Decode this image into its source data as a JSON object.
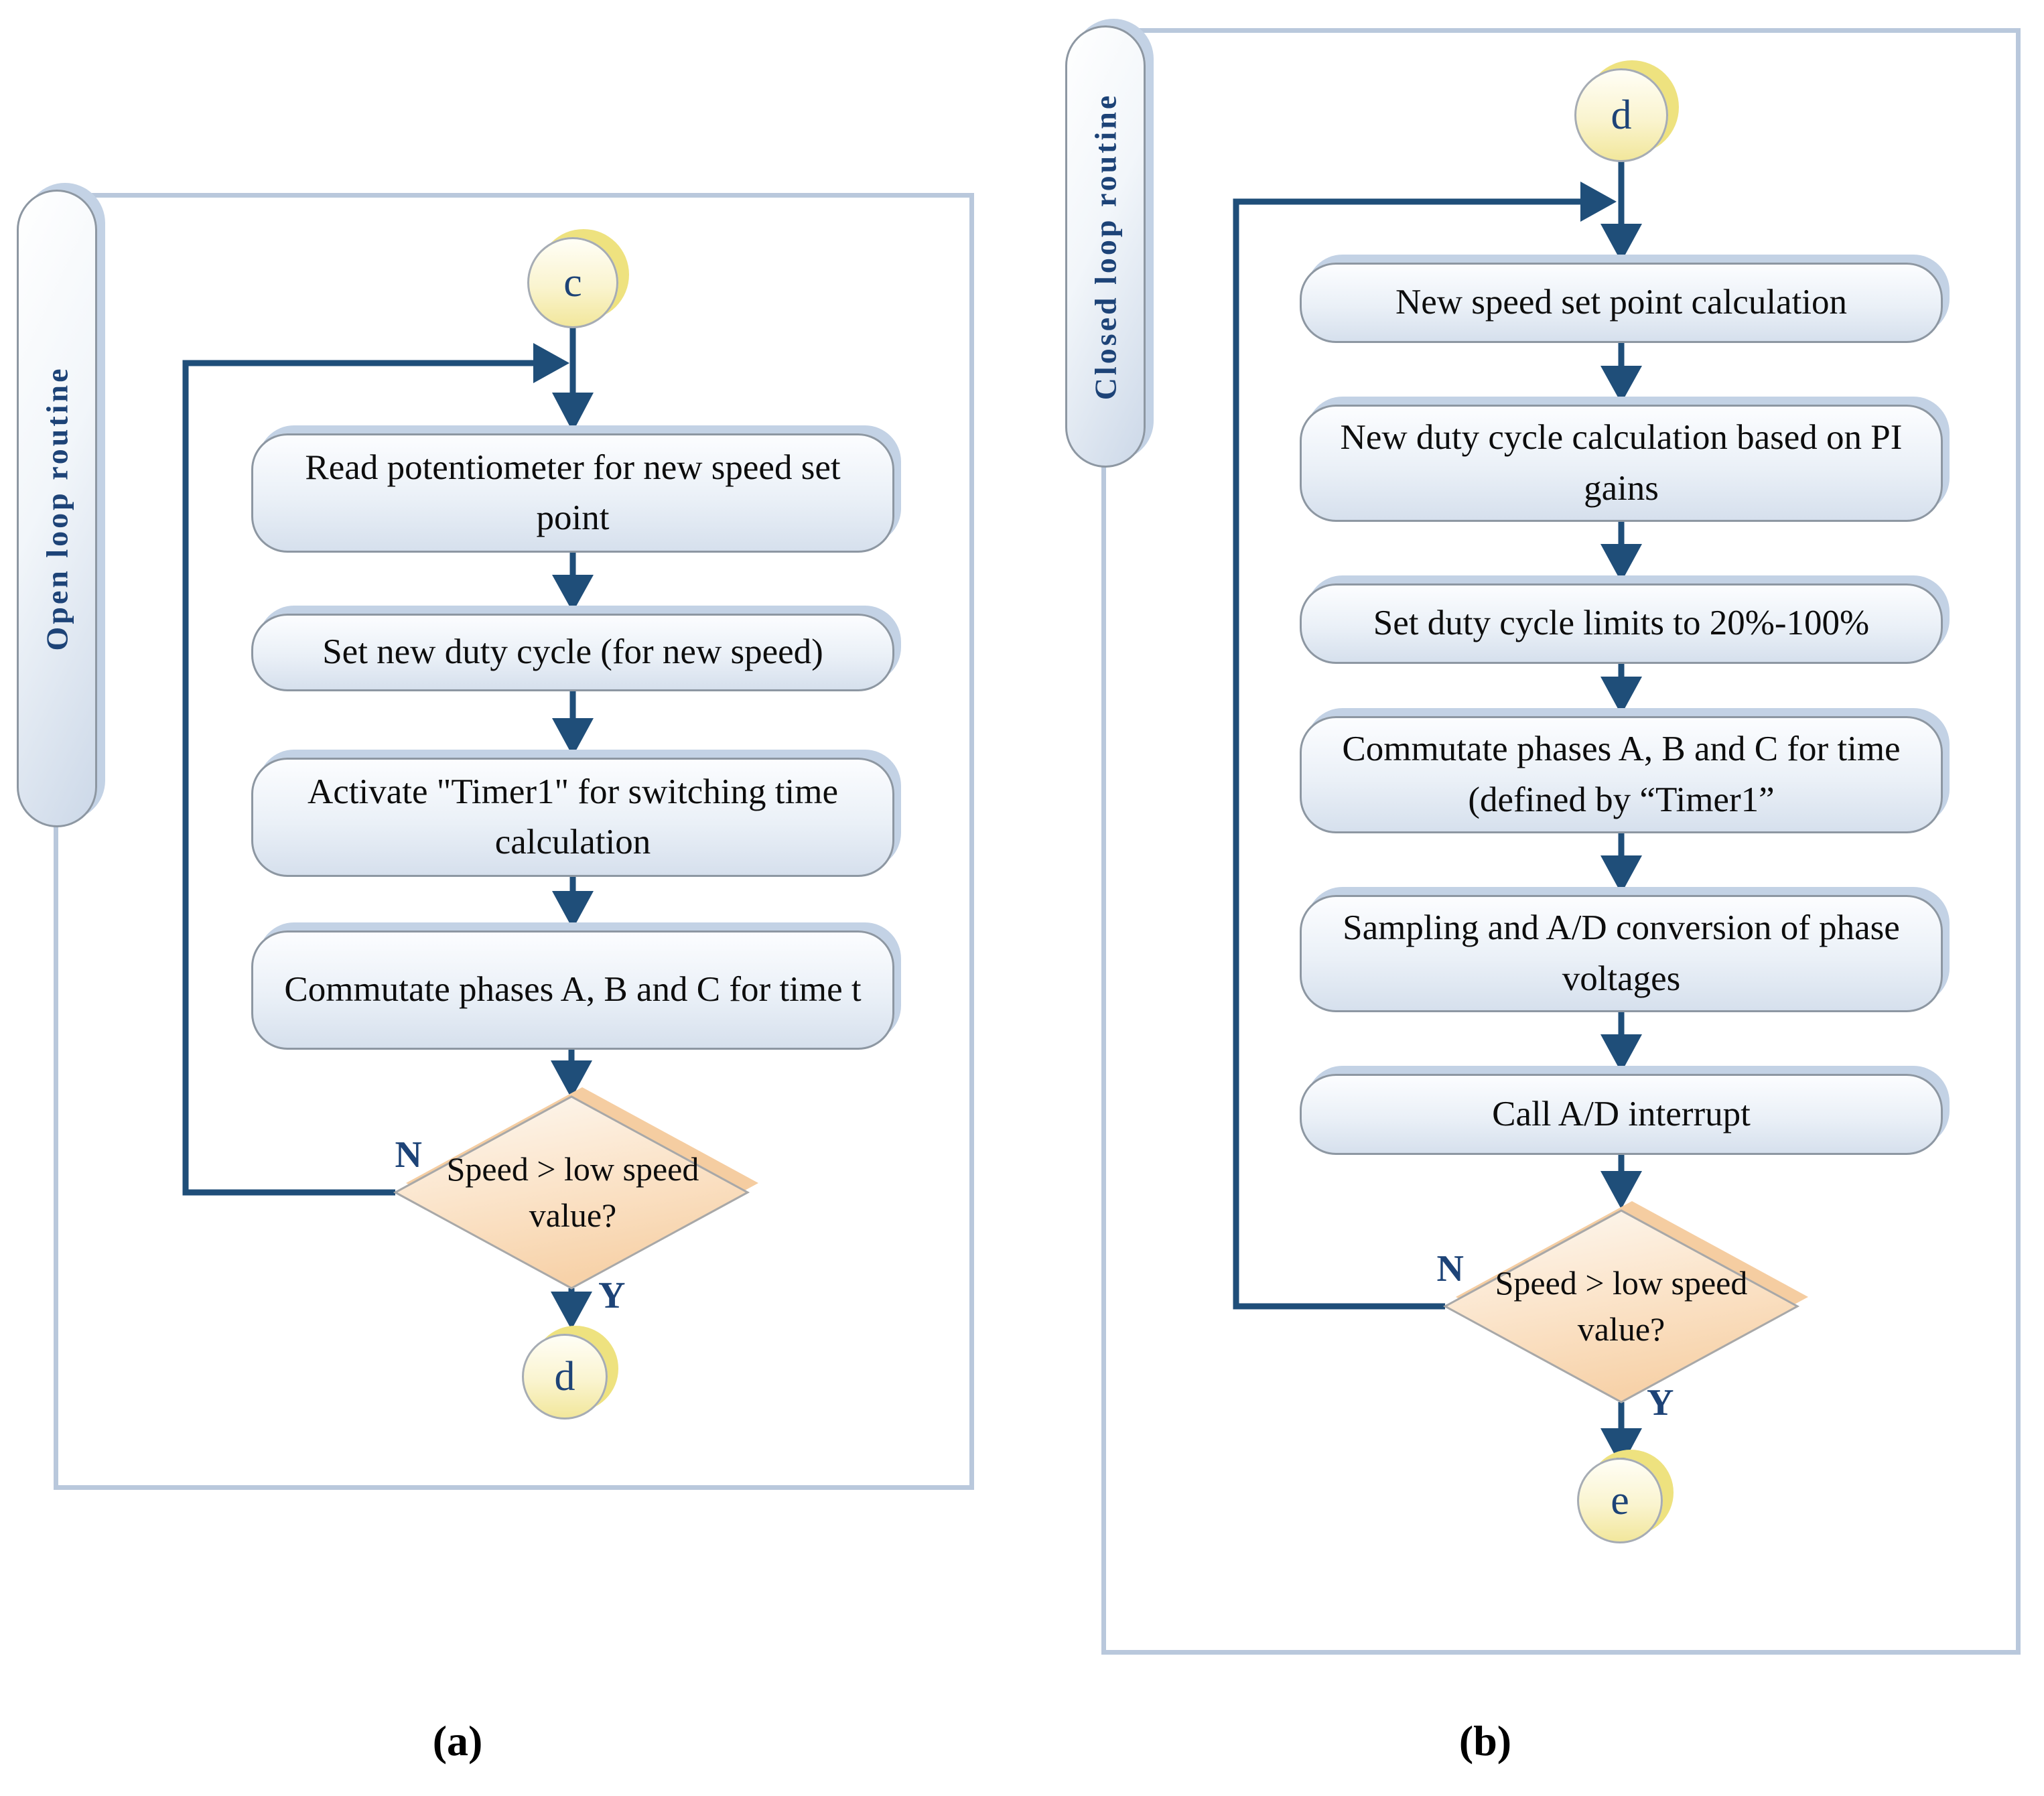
{
  "figure": {
    "type": "flowchart",
    "colors": {
      "arrow": "#1f4e79",
      "frame_border": "#b9c8dc",
      "box_border": "#8d97a2",
      "box_shadow": "#c3d2e5",
      "circle_shadow": "#eee27f",
      "diamond_shadow": "#f5cda1",
      "navy_text": "#1d4377"
    },
    "caption_a": "(a)",
    "caption_b": "(b)"
  },
  "panel_a": {
    "side_label": "Open loop routine",
    "start_connector": "c",
    "end_connector": "d",
    "boxes": [
      {
        "label": "Read potentiometer for new speed set point"
      },
      {
        "label": "Set new duty cycle (for new speed)"
      },
      {
        "label": "Activate \"Timer1\" for switching time calculation"
      },
      {
        "label": "Commutate phases A, B and C for time t"
      }
    ],
    "decision": {
      "question": "Speed > low speed value?",
      "no_label": "N",
      "yes_label": "Y"
    }
  },
  "panel_b": {
    "side_label": "Closed loop routine",
    "start_connector": "d",
    "end_connector": "e",
    "boxes": [
      {
        "label": "New speed set point calculation"
      },
      {
        "label": "New duty cycle calculation based on PI gains"
      },
      {
        "label": "Set duty cycle limits to 20%-100%"
      },
      {
        "label": "Commutate phases A, B and C for time (defined by “Timer1”"
      },
      {
        "label": "Sampling and A/D conversion of phase voltages"
      },
      {
        "label": "Call A/D interrupt"
      }
    ],
    "decision": {
      "question": "Speed > low speed value?",
      "no_label": "N",
      "yes_label": "Y"
    }
  }
}
